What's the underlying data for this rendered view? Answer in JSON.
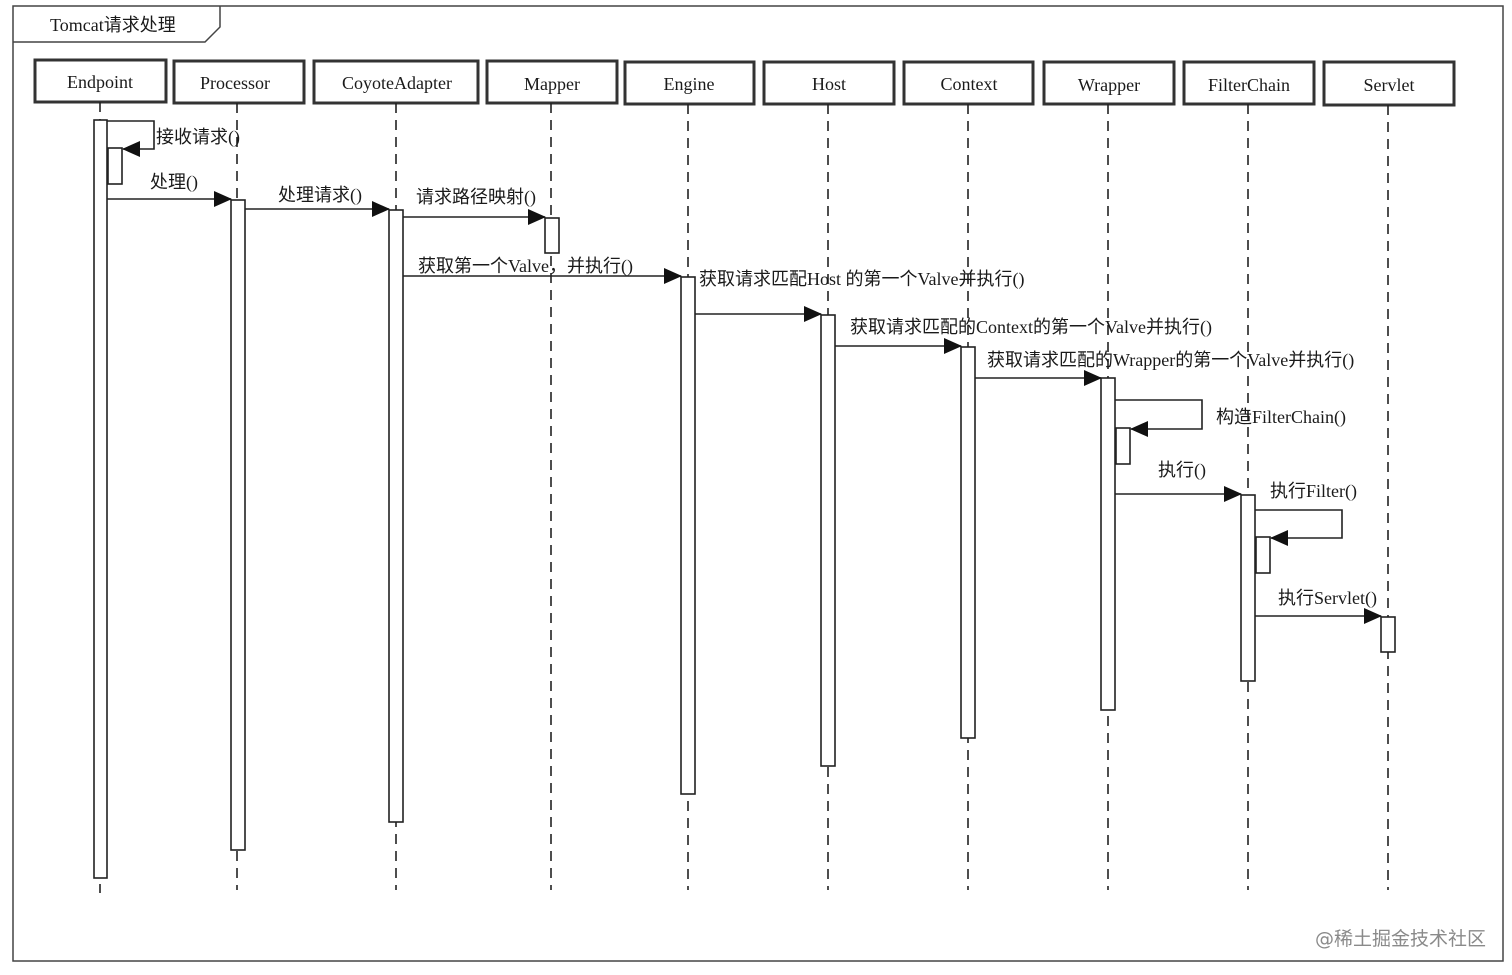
{
  "frame": {
    "title": "Tomcat请求处理"
  },
  "participants": [
    {
      "id": "endpoint",
      "label": "Endpoint"
    },
    {
      "id": "processor",
      "label": "Processor"
    },
    {
      "id": "coyoteadapter",
      "label": "CoyoteAdapter"
    },
    {
      "id": "mapper",
      "label": "Mapper"
    },
    {
      "id": "engine",
      "label": "Engine"
    },
    {
      "id": "host",
      "label": "Host"
    },
    {
      "id": "context",
      "label": "Context"
    },
    {
      "id": "wrapper",
      "label": "Wrapper"
    },
    {
      "id": "filterchain",
      "label": "FilterChain"
    },
    {
      "id": "servlet",
      "label": "Servlet"
    }
  ],
  "messages": [
    {
      "id": "m1",
      "from": "endpoint",
      "to": "endpoint",
      "label": "接收请求()",
      "self": true
    },
    {
      "id": "m2",
      "from": "endpoint",
      "to": "processor",
      "label": "处理()"
    },
    {
      "id": "m3",
      "from": "processor",
      "to": "coyoteadapter",
      "label": "处理请求()"
    },
    {
      "id": "m4",
      "from": "coyoteadapter",
      "to": "mapper",
      "label": "请求路径映射()"
    },
    {
      "id": "m5",
      "from": "coyoteadapter",
      "to": "engine",
      "label": "获取第一个Valve，并执行()"
    },
    {
      "id": "m6",
      "from": "engine",
      "to": "host",
      "label": "获取请求匹配Host 的第一个Valve并执行()"
    },
    {
      "id": "m7",
      "from": "host",
      "to": "context",
      "label": "获取请求匹配的Context的第一个Valve并执行()"
    },
    {
      "id": "m8",
      "from": "context",
      "to": "wrapper",
      "label": "获取请求匹配的Wrapper的第一个Valve并执行()"
    },
    {
      "id": "m9",
      "from": "wrapper",
      "to": "wrapper",
      "label": "构造FilterChain()",
      "self": true
    },
    {
      "id": "m10",
      "from": "wrapper",
      "to": "filterchain",
      "label": "执行()"
    },
    {
      "id": "m11",
      "from": "filterchain",
      "to": "filterchain",
      "label": "执行Filter()",
      "self": true
    },
    {
      "id": "m12",
      "from": "filterchain",
      "to": "servlet",
      "label": "执行Servlet()"
    }
  ],
  "watermark": "@稀土掘金技术社区"
}
